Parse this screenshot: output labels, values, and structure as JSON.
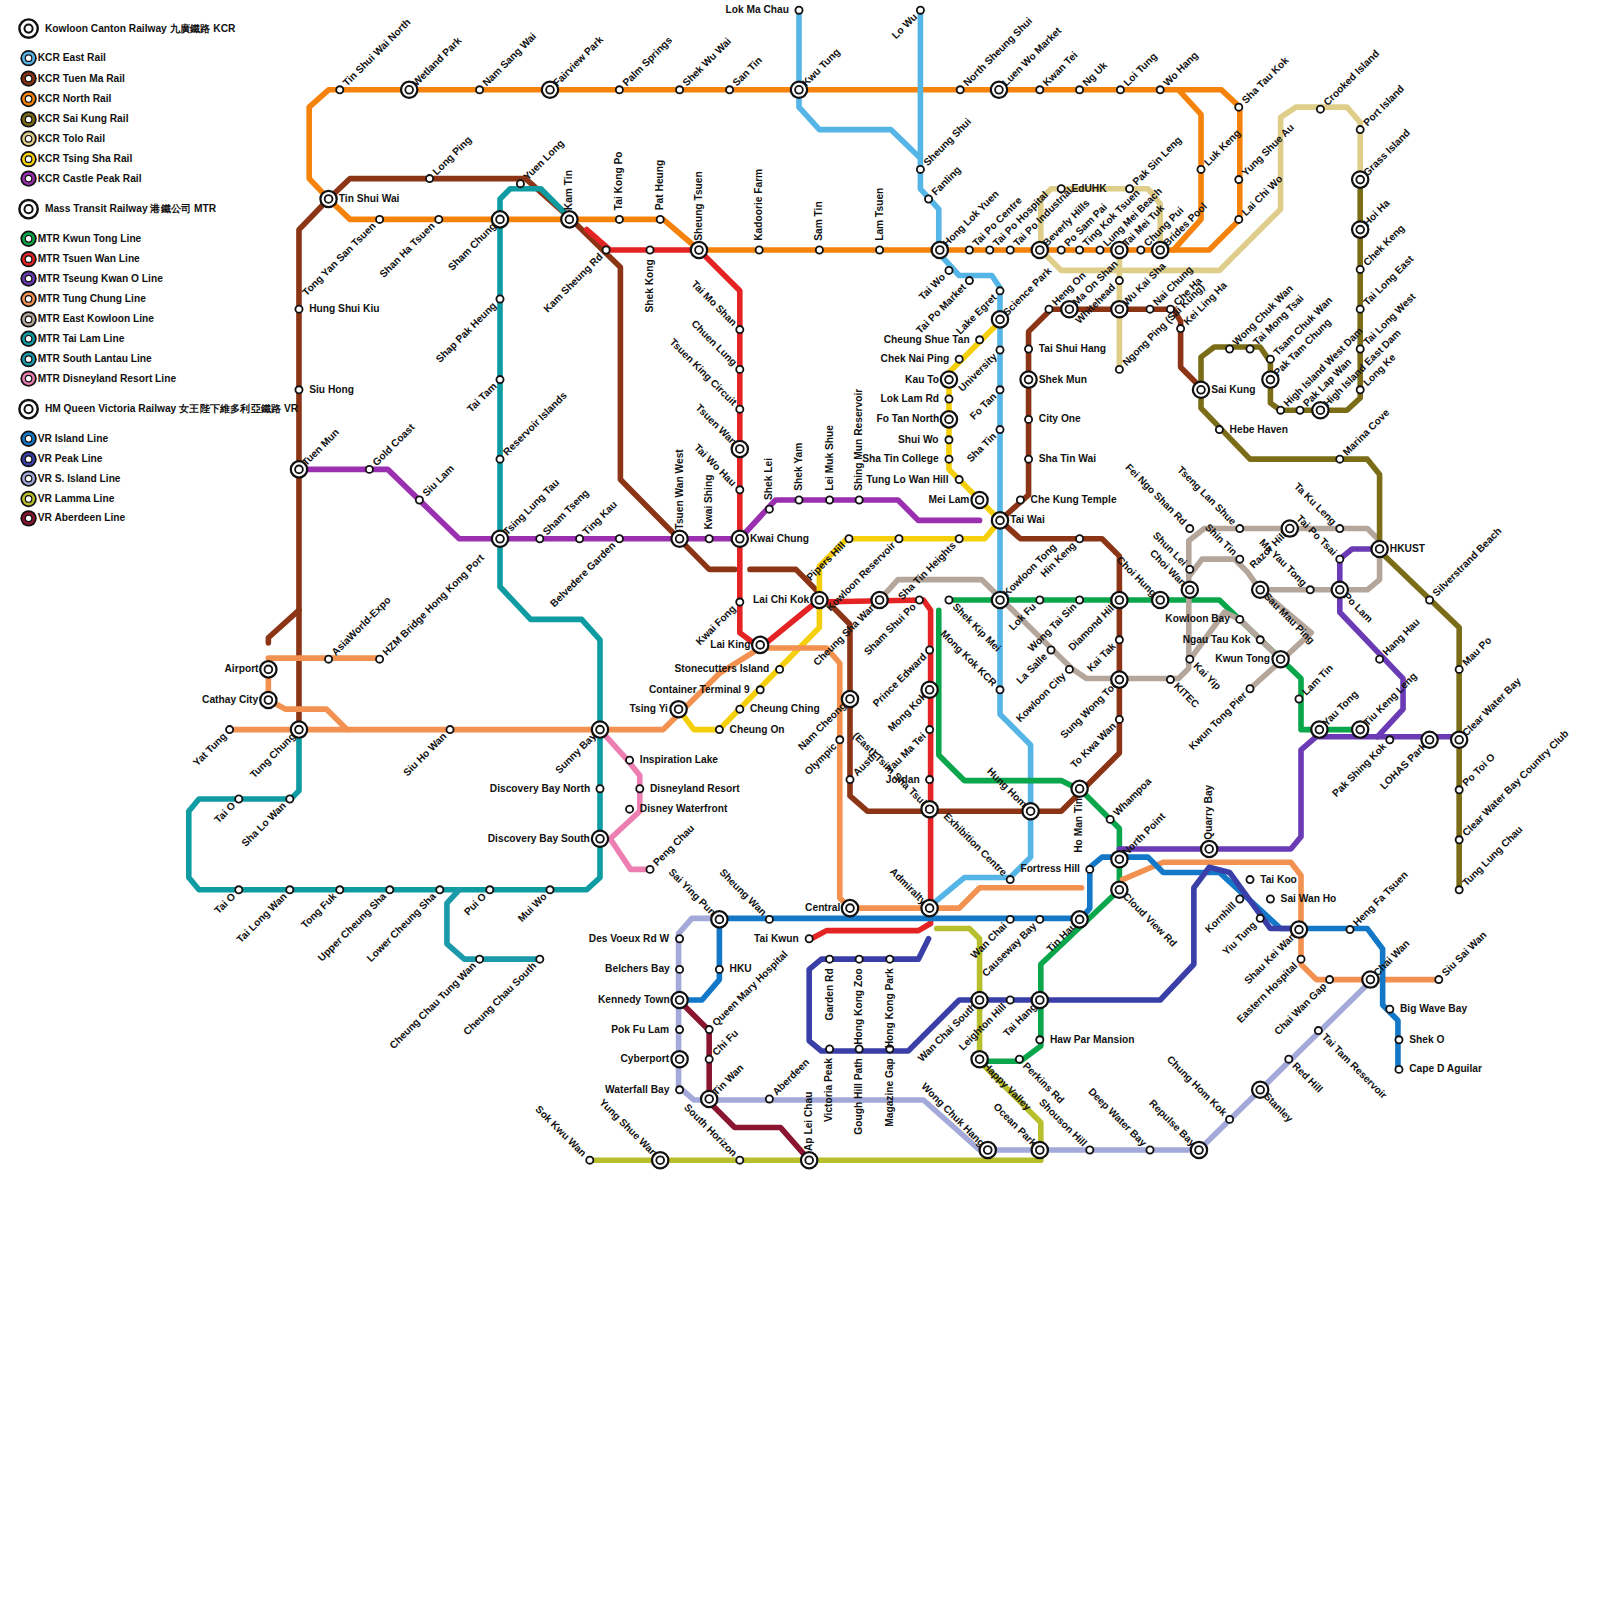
{
  "diagram": {
    "labels": [
      "Tin Shui Wai North",
      "Wetland Park",
      "Nam Sang Wai",
      "Fairview Park",
      "Palm Springs",
      "Shek Wu Wai",
      "San Tin",
      "Kwu Tung",
      "Lok Ma Chau",
      "Lo Wu",
      "North Sheung Shui",
      "Luen Wo Market",
      "Kwan Tei",
      "Ng Uk",
      "Loi Tung",
      "Wo Hang",
      "Sha Tau Kok",
      "Luk Keng",
      "Yung Shue Au",
      "Lai Chi Wo",
      "Crooked Island",
      "Port Island",
      "Grass Island",
      "Hoi Ha",
      "Chek Keng",
      "Tai Long East",
      "Tai Long West",
      "Long Ke",
      "Tin Shui Wai",
      "Long Ping",
      "Yuen Long",
      "Tong Yan San Tsuen",
      "Shan Ha Tsuen",
      "Sham Chung",
      "Kam Tin",
      "Tai Kong Po",
      "Pat Heung",
      "Kam Sheung Rd",
      "Shek Kong",
      "Sheung Tsuen",
      "Kadoorie Farm",
      "Sam Tin",
      "Lam Tsuen",
      "Sheung Shui",
      "Fanling",
      "Hong Lok Yuen",
      "Tai Po Centre",
      "Tai Po Hospital",
      "Tai Po Industrial",
      "EdUHK",
      "Beverly Hills",
      "Po Sam Pai",
      "Ting Kok Tsuen",
      "Lung Mei Beach",
      "Tai Mei Tuk",
      "Chung Pui",
      "Pak Sin Leng",
      "Brides Pool",
      "Tai Wo",
      "Tai Po Market",
      "Lake Egret",
      "Science Park",
      "Heng On",
      "Ma On Shan",
      "Whitehead",
      "Wu Kai Sha",
      "Nai Chung",
      "Che Ha",
      "Kei Ling Ha",
      "Ngong Ping (Sai Kung)",
      "Wong Chuk Wan",
      "Tai Mong Tsai",
      "Tsam Chuk Wan",
      "Pak Tam Chung",
      "High Island West Dam",
      "Pak Lap Wan",
      "High Island East Dam",
      "Sai Kung",
      "Hebe Haven",
      "Marina Cove",
      "Hung Shui Kiu",
      "Siu Hong",
      "Tuen Mun",
      "Gold Coast",
      "Siu Lam",
      "Shap Pak Heung",
      "Tai Tam",
      "Reservoir Islands",
      "Tsing Lung Tau",
      "Sham Tseng",
      "Ting Kau",
      "Belvedere Garden",
      "Tsuen Wan West",
      "Kwai Shing",
      "Kwai Chung",
      "Shek Lei",
      "Shek Yam",
      "Lei Muk Shue",
      "Shing Mun Reservoir",
      "Tai Mo Shan",
      "Chuen Lung",
      "Tsuen King Circuit",
      "Tsuen Wan",
      "Tai Wo Hau",
      "Kwai Fong",
      "Lai Chi Kok",
      "Lai King",
      "Stonecutters Island",
      "Container Terminal 9",
      "Cheung Ching",
      "Tsing Yi",
      "Cheung On",
      "Pipers Hill",
      "Kowloon Reservoir",
      "Sha Tin Heights",
      "Mei Lam",
      "Tung Lo Wan Hill",
      "Sha Tin College",
      "Shui Wo",
      "Fo Tan North",
      "Lok Lam Rd",
      "Kau To",
      "Chek Nai Ping",
      "Cheung Shue Tan",
      "University",
      "Fo Tan",
      "Sha Tin",
      "Tai Shui Hang",
      "Shek Mun",
      "City One",
      "Sha Tin Wai",
      "Che Kung Temple",
      "Tai Wai",
      "Hin Keng",
      "Kowloon Tong",
      "Lok Fu",
      "Wong Tai Sin",
      "Diamond Hill",
      "Choi Hung",
      "Kai Tak",
      "Sung Wong Toi",
      "To Kwa Wan",
      "Ho Man Tin",
      "Whampoa",
      "Hung Hom",
      "Shek Kip Mei",
      "Mong Kok KCR",
      "La Salle",
      "Kowloon City",
      "Sham Shui Po",
      "Cheung Sha Wan",
      "Nam Cheong",
      "Prince Edward",
      "Mong Kok",
      "Olympic",
      "Yau Ma Tei",
      "Austin",
      "Jordan",
      "(East) Tsim Sha Tsui",
      "Exhibition Centre",
      "Admiralty",
      "Central",
      "Tai Kwun",
      "Sheung Wan",
      "Sai Ying Pun",
      "Des Voeux Rd W",
      "Belchers Bay",
      "HKU",
      "Kennedy Town",
      "Queen Mary Hospital",
      "Pok Fu Lam",
      "Chi Fu",
      "Cyberport",
      "Waterfall Bay",
      "Tin Wan",
      "South Horizon",
      "Sok Kwu Wan",
      "Yung Shue Wan",
      "Aberdeen",
      "Ap Lei Chau",
      "Garden Rd",
      "Hong Kong Zoo",
      "Hong Kong Park",
      "Victoria Peak",
      "Gough Hill Path",
      "Magazine Gap",
      "Wan Chai",
      "Causeway Bay",
      "Tin Hau",
      "Fortress Hill",
      "North Point",
      "Cloud View Rd",
      "Quarry Bay",
      "Tai Koo",
      "Sai Wan Ho",
      "Kornhill",
      "Yiu Tung",
      "Shau Kei Wan",
      "Heng Fa Tsuen",
      "Chai Wan",
      "Chai Wan Gap",
      "Eastern Hospital",
      "Siu Sai Wan",
      "Big Wave Bay",
      "Shek O",
      "Cape D Aguilar",
      "Tai Tam Reservoir",
      "Red Hill",
      "Stanley",
      "Chung Hom Kok",
      "Repulse Bay",
      "Deep Water Bay",
      "Shouson Hill",
      "Ocean Park",
      "Wong Chuk Hang",
      "Happy Valley",
      "Perkins Rd",
      "Haw Par Mansion",
      "Tai Hang",
      "Leighton Hill",
      "Wan Chai South",
      "Fei Ngo Shan Rd",
      "Tseng Lan Shue",
      "Razor Hill",
      "Ta Ku Leng",
      "Tai Po Tsai",
      "HKUST",
      "Silverstrand Beach",
      "Po Lam",
      "Hang Hau",
      "Tiu Keng Leng",
      "Yau Tong",
      "Pak Shing Kok",
      "LOHAS Park",
      "Clear Water Bay",
      "Mau Po",
      "Po Toi O",
      "Clear Water Bay Country Club",
      "Tung Lung Chau",
      "Lam Tin",
      "Kwun Tong",
      "Ngau Tau Kok",
      "Kowloon Bay",
      "Kai Yip",
      "KITEC",
      "Kwun Tong Pier",
      "Sau Mau Ping",
      "Ma Yau Tong",
      "Shin Tin",
      "Shun Lei",
      "Choi Wan",
      "Tung Chung",
      "Yat Tung",
      "Airport",
      "Cathay City",
      "AsiaWorld-Expo",
      "HZM Bridge Hong Kong Port",
      "Siu Ho Wan",
      "Sunny Bay",
      "Inspiration Lake",
      "Disneyland Resort",
      "Disney Waterfront",
      "Discovery Bay North",
      "Discovery Bay South",
      "Peng Chau",
      "Tai O",
      "Sha Lo Wan",
      "Tai O",
      "Tai Long Wan",
      "Tong Fuk",
      "Upper Cheung Sha",
      "Lower Cheung Sha",
      "Pui O",
      "Mui Wo",
      "Cheung Chau Tung Wan",
      "Cheung Chau South"
    ],
    "legend": [
      {
        "text": "Kowloon Canton Railway 九廣鐵路 KCR"
      },
      {
        "text": "KCR East Rail",
        "color": "#55b5e6"
      },
      {
        "text": "KCR Tuen Ma Rail",
        "color": "#8b3516"
      },
      {
        "text": "KCR North Rail",
        "color": "#f5820a"
      },
      {
        "text": "KCR Sai Kung Rail",
        "color": "#7b6d18"
      },
      {
        "text": "KCR Tolo Rail",
        "color": "#dfcd8a"
      },
      {
        "text": "KCR Tsing Sha Rail",
        "color": "#f5d00a"
      },
      {
        "text": "KCR Castle Peak Rail",
        "color": "#9a2fb0"
      },
      {
        "text": "Mass Transit Railway 港鐵公司 MTR"
      },
      {
        "text": "MTR Kwun Tong Line",
        "color": "#0aa64b"
      },
      {
        "text": "MTR Tsuen Wan Line",
        "color": "#e42424"
      },
      {
        "text": "MTR Tseung Kwan O Line",
        "color": "#6a3bb5"
      },
      {
        "text": "MTR Tung Chung Line",
        "color": "#f39150"
      },
      {
        "text": "MTR East Kowloon Line",
        "color": "#b5a69b"
      },
      {
        "text": "MTR Tai Lam Line",
        "color": "#0e9ca2"
      },
      {
        "text": "MTR South Lantau Line",
        "color": "#1a9aaa"
      },
      {
        "text": "MTR Disneyland Resort Line",
        "color": "#ec7eb2"
      },
      {
        "text": "HM Queen Victoria Railway 女王陛下維多利亞鐵路 VR"
      },
      {
        "text": "VR Island Line",
        "color": "#1478c8"
      },
      {
        "text": "VR Peak Line",
        "color": "#3a3fa8"
      },
      {
        "text": "VR S. Island Line",
        "color": "#a3aad9"
      },
      {
        "text": "VR Lamma Line",
        "color": "#b7bf2c"
      },
      {
        "text": "VR Aberdeen Line",
        "color": "#8a1530"
      }
    ]
  }
}
